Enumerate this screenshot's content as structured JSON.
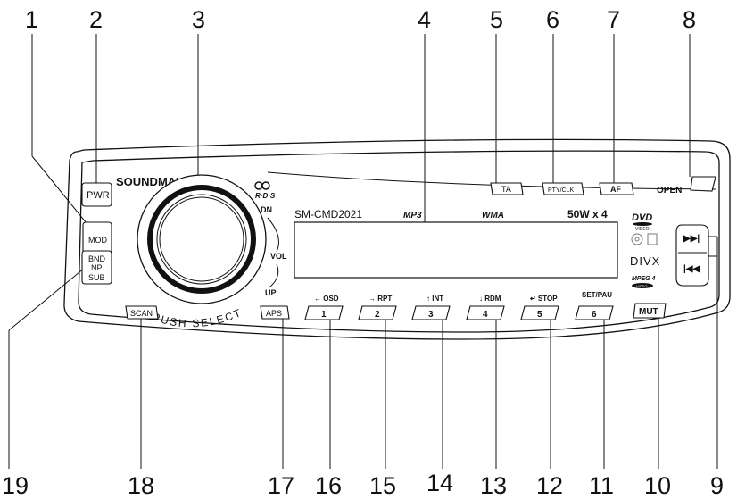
{
  "callouts": {
    "top": [
      "1",
      "2",
      "3",
      "4",
      "5",
      "6",
      "7",
      "8"
    ],
    "bottom": [
      "19",
      "18",
      "17",
      "16",
      "15",
      "14",
      "13",
      "12",
      "11",
      "10",
      "9"
    ]
  },
  "panel": {
    "brand": "SOUNDMAX",
    "model": "SM-CMD2021",
    "format_mp3": "MP3",
    "format_wma": "WMA",
    "power_rating": "50W x 4",
    "rds_label": "R·D·S",
    "open_label": "OPEN",
    "push_select_label": "PUSH SELECT",
    "vol_labels": {
      "dn": "DN",
      "vol": "VOL",
      "up": "UP"
    },
    "logos": {
      "dvd": "DVD",
      "dvd_sub": "VIDEO",
      "divx": "DIVX",
      "mpeg4": "MPEG 4",
      "mpeg4_sub": "VIDEO"
    }
  },
  "buttons": {
    "pwr": "PWR",
    "mod": "MOD",
    "bnd_np_sub": [
      "BND",
      "NP",
      "SUB"
    ],
    "ta": "TA",
    "pty_clk": "PTY/CLK",
    "af": "AF",
    "scan": "SCAN",
    "aps": "APS",
    "mut": "MUT",
    "next": "▶▶|",
    "prev": "|◀◀",
    "presets": [
      "1",
      "2",
      "3",
      "4",
      "5",
      "6"
    ],
    "preset_labels": [
      "← OSD",
      "→ RPT",
      "↑ INT",
      "↓ RDM",
      "↵ STOP",
      "SET/PAU"
    ]
  }
}
